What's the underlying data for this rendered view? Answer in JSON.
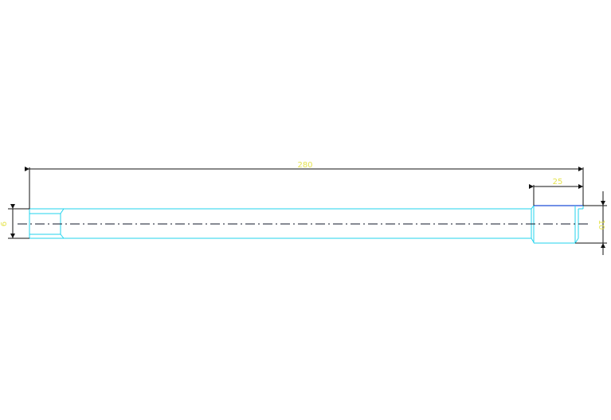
{
  "drawing": {
    "background": "#ffffff",
    "colors": {
      "geometry": "#22d3ee",
      "centerline": "#0f172a",
      "dimension_line": "#111111",
      "dimension_text": "#e5e34d",
      "edge_accent": "#1d4ed8"
    },
    "dimensions": {
      "overall_length": "280",
      "end_section_length": "25",
      "left_diameter": "6",
      "right_diameter": "10"
    }
  }
}
